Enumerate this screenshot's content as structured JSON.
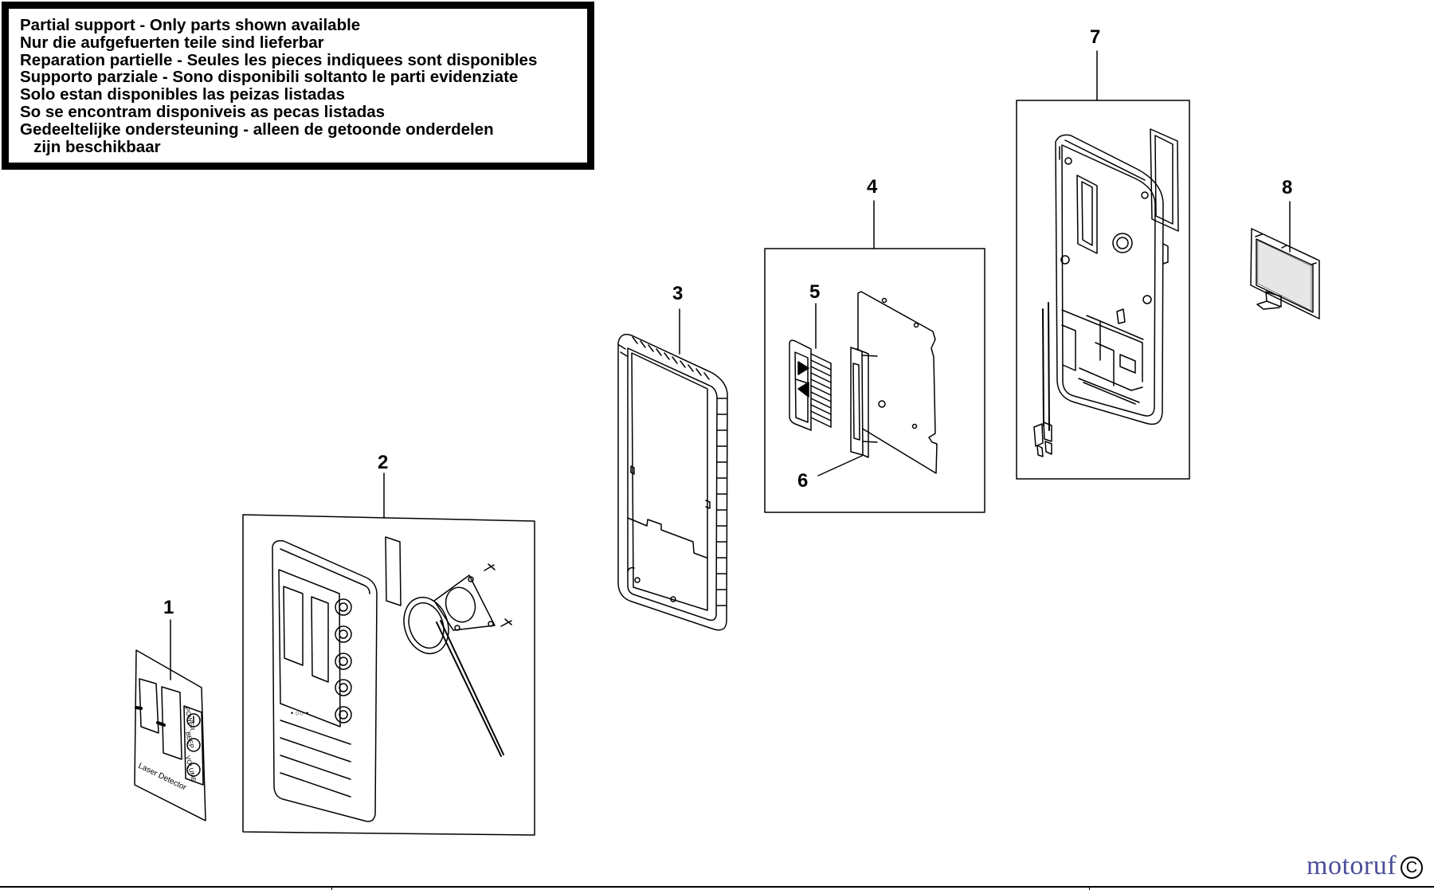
{
  "notice": {
    "lines": [
      "Partial support - Only parts shown available",
      "Nur die aufgefuerten teile sind lieferbar",
      "Reparation partielle - Seules les pieces indiquees sont disponibles",
      "Supporto parziale - Sono disponibili soltanto le parti evidenziate",
      "Solo estan disponibles las peizas listadas",
      "So se encontram disponiveis as pecas listadas",
      "Gedeeltelijke ondersteuning - alleen de getoonde onderdelen",
      "   zijn beschikbaar"
    ]
  },
  "parts": {
    "p1": "1",
    "p2": "2",
    "p3": "3",
    "p4": "4",
    "p5": "5",
    "p6": "6",
    "p7": "7",
    "p8": "8"
  },
  "decal": {
    "label": "Laser Detector",
    "power": "POWER",
    "beep": "BEEP",
    "volume": "VOLUME"
  },
  "watermark": {
    "text": "motoruf",
    "badge": "C"
  }
}
